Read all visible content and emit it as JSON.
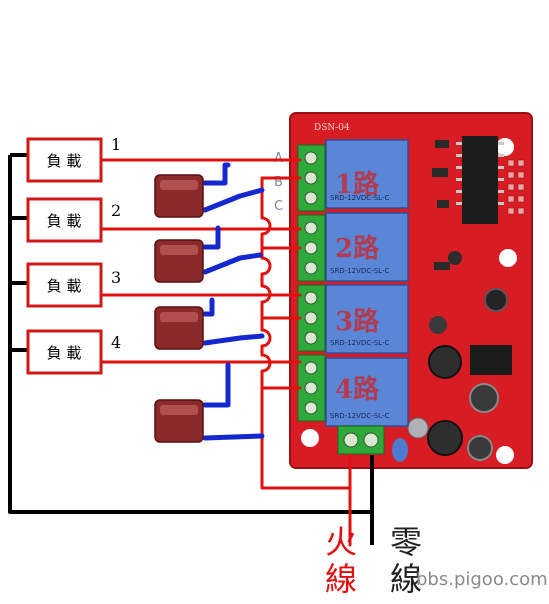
{
  "loads": [
    {
      "label": "負 載",
      "number": "1"
    },
    {
      "label": "負 載",
      "number": "2"
    },
    {
      "label": "負 載",
      "number": "3"
    },
    {
      "label": "負 載",
      "number": "4"
    }
  ],
  "terminals": {
    "a": "A",
    "b": "B",
    "c": "C"
  },
  "relays": [
    {
      "channel": "1路",
      "model": "SRD-12VDC-SL-C"
    },
    {
      "channel": "2路",
      "model": "SRD-12VDC-SL-C"
    },
    {
      "channel": "3路",
      "model": "SRD-12VDC-SL-C"
    },
    {
      "channel": "4路",
      "model": "SRD-12VDC-SL-C"
    }
  ],
  "board_code": "DSN-04",
  "live_wire": {
    "line1": "火",
    "line2": "線"
  },
  "neutral_wire": {
    "line1": "零",
    "line2": "線"
  },
  "watermark": "bbs.pigoo.com",
  "colors": {
    "live": "#e01010",
    "switch": "#1428d0",
    "neutral": "#000000",
    "board": "#d81c24"
  }
}
